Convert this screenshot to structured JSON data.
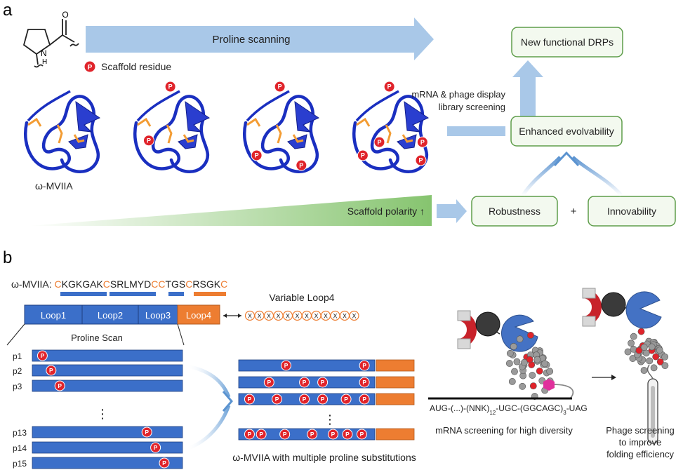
{
  "panel_a": {
    "label": "a",
    "arrow_label": "Proline scanning",
    "legend": {
      "marker": "P",
      "text": "Scaffold residue"
    },
    "structure_label": "ω-MVIIA",
    "polarity_label": "Scaffold polarity ↑",
    "screening_label_line1": "mRNA & phage display",
    "screening_label_line2": "library screening",
    "boxes": {
      "new_drps": "New functional DRPs",
      "evolvability": "Enhanced evolvability",
      "robustness": "Robustness",
      "plus": "+",
      "innovability": "Innovability"
    },
    "molecule": {
      "n_label": "N",
      "h_label": "H",
      "o_label": "O"
    }
  },
  "panel_b": {
    "label": "b",
    "sequence_prefix": "ω-MVIIA: ",
    "sequence": [
      {
        "t": "C",
        "c": "orange"
      },
      {
        "t": "KGKGAK",
        "c": "black"
      },
      {
        "t": "C",
        "c": "orange"
      },
      {
        "t": "SRLMYD",
        "c": "black"
      },
      {
        "t": "CC",
        "c": "orange"
      },
      {
        "t": "TGS",
        "c": "black"
      },
      {
        "t": "C",
        "c": "orange"
      },
      {
        "t": "RSGK",
        "c": "black"
      },
      {
        "t": "C",
        "c": "orange"
      }
    ],
    "loops": [
      "Loop1",
      "Loop2",
      "Loop3",
      "Loop4"
    ],
    "variable_loop_label": "Variable Loop4",
    "variable_marker": "X",
    "variable_count": 12,
    "proline_scan_label": "Proline Scan",
    "scan_rows": [
      {
        "label": "p1",
        "pos": 1
      },
      {
        "label": "p2",
        "pos": 2
      },
      {
        "label": "p3",
        "pos": 3
      },
      {
        "label": "p13",
        "pos": 13
      },
      {
        "label": "p14",
        "pos": 14
      },
      {
        "label": "p15",
        "pos": 15
      }
    ],
    "ellipsis": "⋮",
    "multi_label": "ω-MVIIA with multiple proline substitutions",
    "mrna_sequence": "AUG-(...)-(NNK)",
    "mrna_sub": "12",
    "mrna_mid": "-UGC-(GGCAGC)",
    "mrna_sub2": "3",
    "mrna_end": "-UAG",
    "mrna_caption": "mRNA screening for high diversity",
    "phage_caption_line1": "Phage screening",
    "phage_caption_line2": "to improve",
    "phage_caption_line3": "folding efficiency"
  },
  "colors": {
    "loop_blue": "#3b6fc9",
    "loop_orange": "#ed7d31",
    "box_border": "#5e9d4a",
    "box_fill": "#f3f9ef",
    "arrow_blue": "#a9c8e8",
    "triangle_green": "#8fc97a",
    "protein_blue": "#1a2fc0",
    "pro_red": "#e0242b",
    "bead_gray": "#9a9a9a"
  }
}
